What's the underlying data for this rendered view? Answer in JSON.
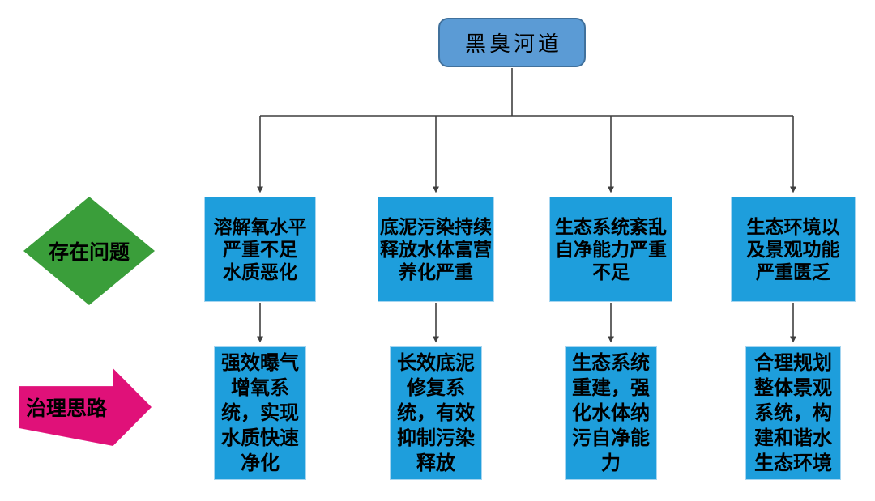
{
  "diagram": {
    "root_label": "黑臭河道",
    "categories": {
      "problems_label": "存在问题",
      "solutions_label": "治理思路"
    },
    "problems": [
      "溶解氧水平\n严重不足\n水质恶化",
      "底泥污染持续\n释放水体富营\n养化严重",
      "生态系统紊乱\n自净能力严重\n不足",
      "生态环境以\n及景观功能\n严重匮乏"
    ],
    "solutions": [
      "强效曝气\n增氧系\n统，实现\n水质快速\n净化",
      "长效底泥\n修复系\n统，有效\n抑制污染\n释放",
      "生态系统\n重建，强\n化水体纳\n污自净能\n力",
      "合理规划\n整体景观\n系统，构\n建和谐水\n生态环境"
    ]
  },
  "colors": {
    "root_fill": "#5b9bd5",
    "root_border": "#41719c",
    "node_fill": "#1e9edc",
    "node_edge": "#a5d5f0",
    "diamond_fill": "#3a9e3a",
    "arrow_fill": "#e01179",
    "line_color": "#3f3f3f",
    "text_color": "#000000"
  }
}
